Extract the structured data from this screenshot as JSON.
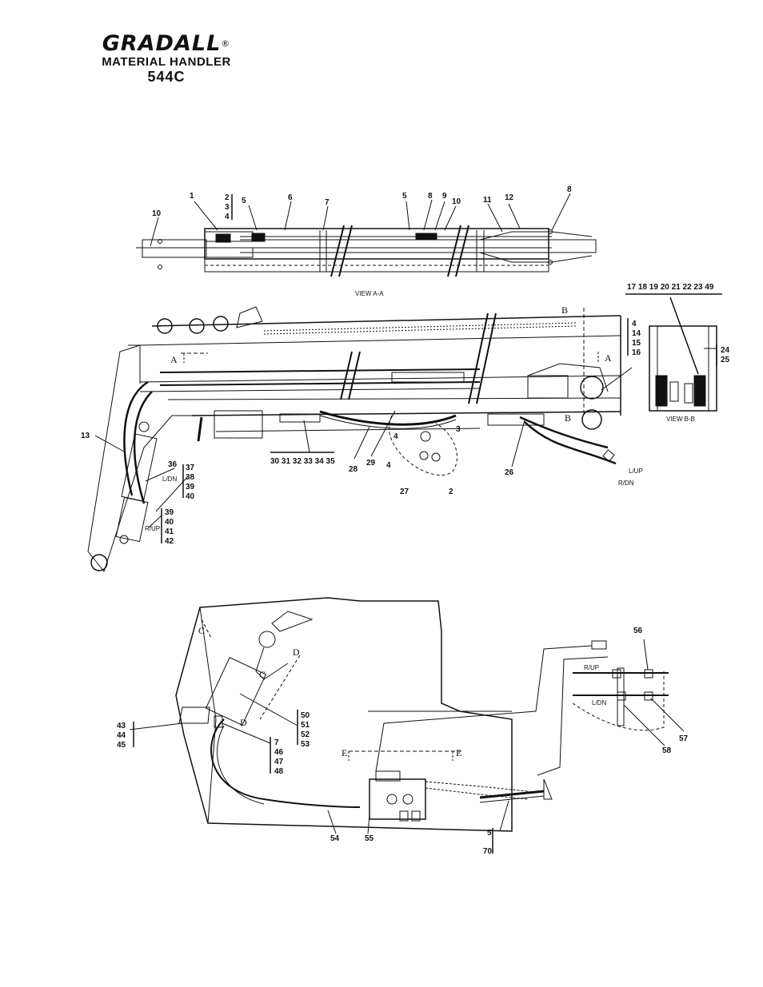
{
  "header": {
    "brand": "GRADALL",
    "registered": "®",
    "model": "MATERIAL HANDLER",
    "number": "544C"
  },
  "views": {
    "view_aa": "VIEW A-A",
    "view_bb": "VIEW B-B"
  },
  "hose_labels": {
    "l_up": "L/UP",
    "r_dn": "R/DN",
    "l_dn": "L/DN",
    "r_up": "R/UP"
  },
  "section_markers": {
    "a": "A",
    "b": "B",
    "c": "C",
    "d": "D",
    "e": "E"
  },
  "callouts": {
    "c1": "1",
    "c2": "2",
    "c3": "3",
    "c4": "4",
    "c5": "5",
    "c6": "6",
    "c7": "7",
    "c8": "8",
    "c9": "9",
    "c10": "10",
    "c11": "11",
    "c12": "12",
    "c13": "13",
    "c14": "14",
    "c15": "15",
    "c16": "16",
    "c24": "24",
    "c25": "25",
    "c26": "26",
    "c27": "27",
    "c28": "28",
    "c29": "29",
    "c36": "36",
    "c37": "37",
    "c38": "38",
    "c39": "39",
    "c40": "40",
    "c41": "41",
    "c42": "42",
    "c43": "43",
    "c44": "44",
    "c45": "45",
    "c46": "46",
    "c47": "47",
    "c48": "48",
    "c50": "50",
    "c51": "51",
    "c52": "52",
    "c53": "53",
    "c54": "54",
    "c55": "55",
    "c56": "56",
    "c57": "57",
    "c58": "58",
    "c70": "70",
    "group_b": "17 18 19 20 21 22 23 49",
    "group_c": "30 31 32 33 34 35"
  },
  "colors": {
    "line": "#111111",
    "background": "#ffffff"
  }
}
